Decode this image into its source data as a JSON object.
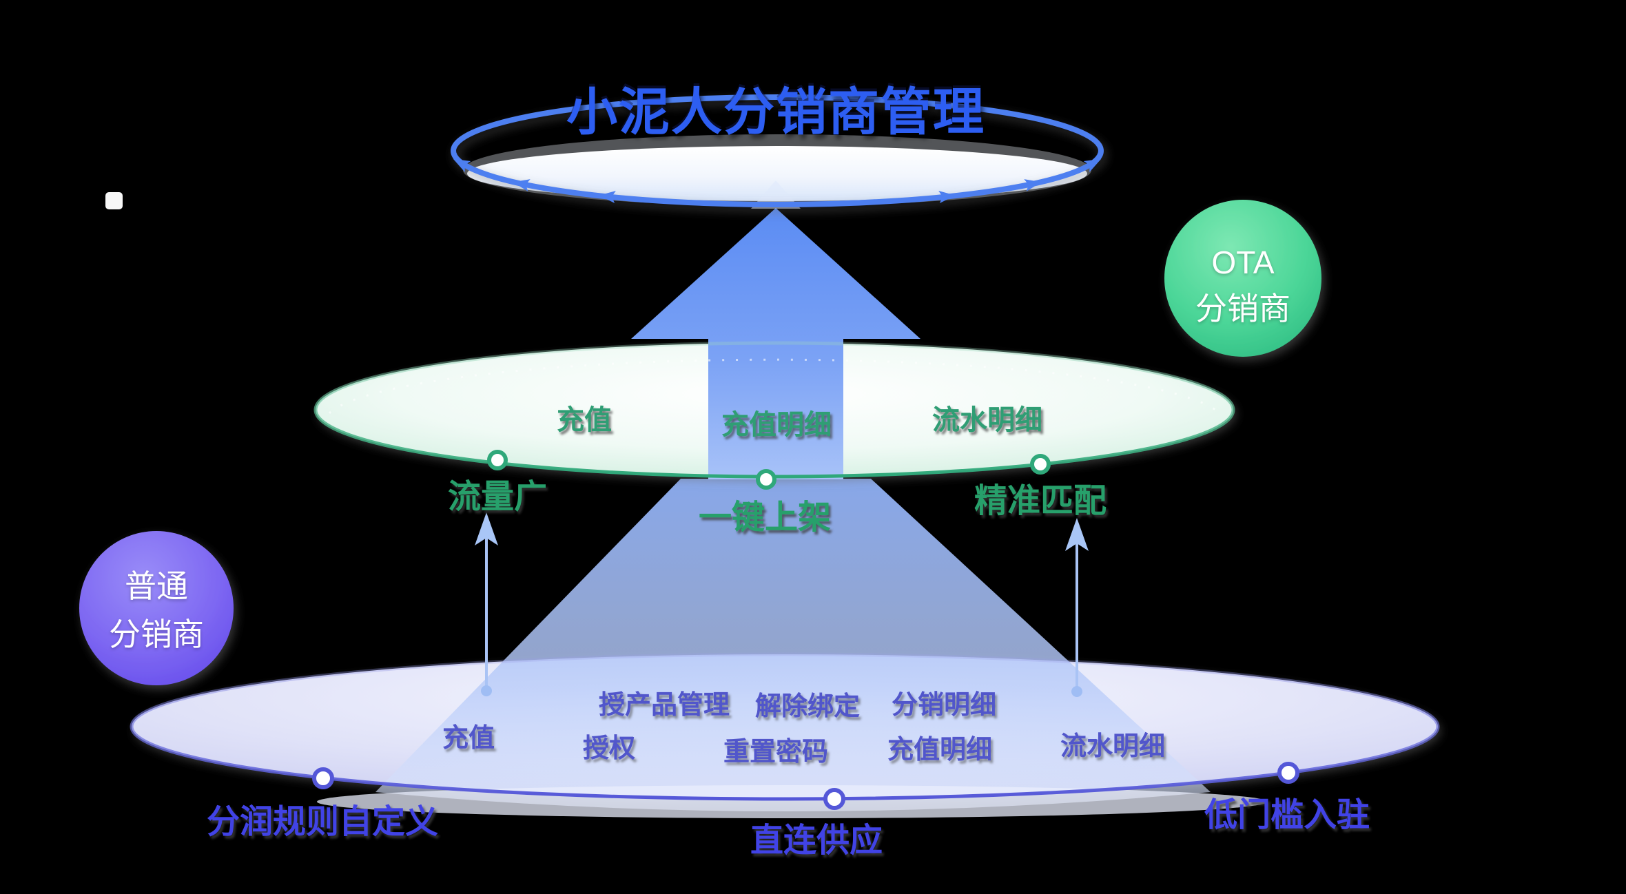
{
  "title": "小泥人分销商管理",
  "middle_layer": {
    "items": [
      "充值",
      "充值明细",
      "流水明细"
    ]
  },
  "features_mid": {
    "left": "流量广",
    "center": "一键上架",
    "right": "精准匹配"
  },
  "bottom_layer": {
    "row1": [
      "授产品管理",
      "解除绑定",
      "分销明细"
    ],
    "row2": [
      "充值",
      "授权",
      "重置密码",
      "充值明细",
      "流水明细"
    ]
  },
  "features_bottom": {
    "left": "分润规则自定义",
    "center": "直连供应",
    "right": "低门槛入驻"
  },
  "badges": {
    "ota": {
      "line1": "OTA",
      "line2": "分销商"
    },
    "normal": {
      "line1": "普通",
      "line2": "分销商"
    }
  },
  "colors": {
    "title_blue": "#2d5ef2",
    "ring_blue": "#4d7ff0",
    "arrow_blue": "#6090f2",
    "green_text": "#27a06b",
    "mid_ring_green": "#2fa87a",
    "bottom_ring_purple": "#5457d8",
    "bottom_text_purple": "#5156cb",
    "feature_purple": "#4143e6",
    "ota_badge_green": "#31c287",
    "normal_badge_purple": "#6a50ee",
    "background": "#000000"
  }
}
